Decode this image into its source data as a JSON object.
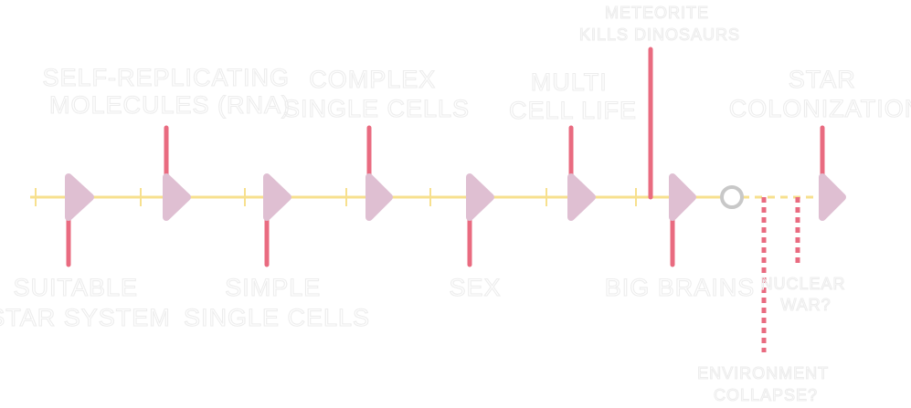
{
  "colors": {
    "timeline": "#f7e08e",
    "stem": "#e96b80",
    "step_marker": "#dfbfd2",
    "label_outline": "#ededed",
    "current_marker": "#c8c8c8"
  },
  "milestones": [
    {
      "id": "suitable-star-system",
      "lines": [
        "SUITABLE",
        "STAR SYSTEM"
      ]
    },
    {
      "id": "self-replicating-molecules",
      "lines": [
        "SELF-REPLICATING",
        "MOLECULES (RNA)"
      ]
    },
    {
      "id": "simple-single-cells",
      "lines": [
        "SIMPLE",
        "SINGLE CELLS"
      ]
    },
    {
      "id": "complex-single-cells",
      "lines": [
        "COMPLEX",
        "SINGLE CELLS"
      ]
    },
    {
      "id": "sex",
      "lines": [
        "SEX"
      ]
    },
    {
      "id": "multi-cell-life",
      "lines": [
        "MULTI",
        "CELL LIFE"
      ]
    },
    {
      "id": "meteorite",
      "lines": [
        "METEORITE",
        "KILLS DINOSAURS"
      ]
    },
    {
      "id": "big-brains",
      "lines": [
        "BIG BRAINS"
      ]
    },
    {
      "id": "nuclear-war",
      "lines": [
        "NUCLEAR",
        "WAR?"
      ]
    },
    {
      "id": "environment-collapse",
      "lines": [
        "ENVIRONMENT",
        "COLLAPSE?"
      ]
    },
    {
      "id": "star-colonization",
      "lines": [
        "STAR",
        "COLONIZATION"
      ]
    }
  ]
}
